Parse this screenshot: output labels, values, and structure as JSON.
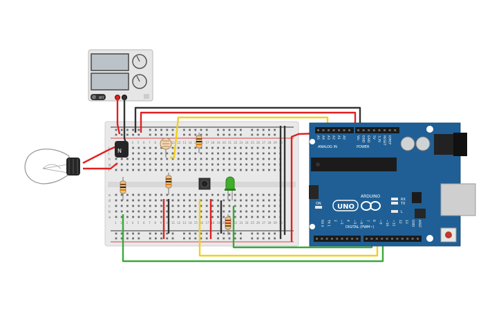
{
  "power_supply": {
    "switch_label": "OFF",
    "body_color": "#e8e8e8"
  },
  "arduino": {
    "brand": "ARDUINO",
    "model": "UNO",
    "label_digital": "DIGITAL (PWM~)",
    "label_power": "POWER",
    "label_analog": "ANALOG IN",
    "label_tx": "TX",
    "label_rx": "RX",
    "label_l": "L",
    "label_on": "ON",
    "analog_pins": [
      "A5",
      "A4",
      "A3",
      "A2",
      "A1",
      "A0"
    ],
    "power_pins": [
      "Vin",
      "GND",
      "GND",
      "5V",
      "3.3V",
      "RESET",
      "IOREF"
    ],
    "digital_pins": [
      "AREF",
      "GND",
      "13",
      "12",
      "~11",
      "~10",
      "~9",
      "8",
      "7",
      "~6",
      "~5",
      "4",
      "~3",
      "2",
      "TX 1",
      "RX 0"
    ],
    "board_color": "#1f5f95"
  },
  "breadboard": {
    "row_letters_top": [
      "j",
      "i",
      "h",
      "g",
      "f"
    ],
    "row_letters_bottom": [
      "e",
      "d",
      "c",
      "b",
      "a"
    ],
    "columns": [
      "1",
      "2",
      "3",
      "4",
      "5",
      "6",
      "7",
      "8",
      "9",
      "10",
      "11",
      "12",
      "13",
      "14",
      "15",
      "16",
      "17",
      "18",
      "19",
      "20",
      "21",
      "22",
      "23",
      "24",
      "25",
      "26",
      "27",
      "28",
      "29",
      "30"
    ]
  },
  "colors": {
    "wire_red": "#e02020",
    "wire_black": "#333333",
    "wire_yellow": "#f2d01a",
    "wire_green": "#3aa83a",
    "led_green": "#3fae2b"
  }
}
